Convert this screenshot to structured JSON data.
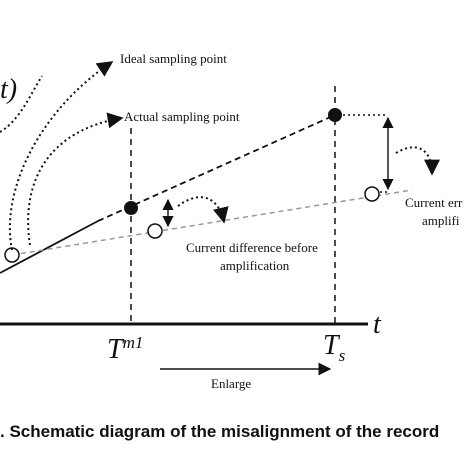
{
  "labels": {
    "ideal_sampling_point": "Ideal sampling point",
    "actual_sampling_point": "Actual sampling point",
    "current_difference_line1": "Current difference before",
    "current_difference_line2": "amplification",
    "current_error_line1": "Current err",
    "current_error_line2": "amplifi",
    "enlarge": "Enlarge",
    "axis_t": "t",
    "tm1_base": "T",
    "tm1_sup": "m1",
    "ts_base": "T",
    "ts_sub": "s",
    "top_left_fragment": "t)"
  },
  "caption": ". Schematic diagram of the misalignment of the record"
}
